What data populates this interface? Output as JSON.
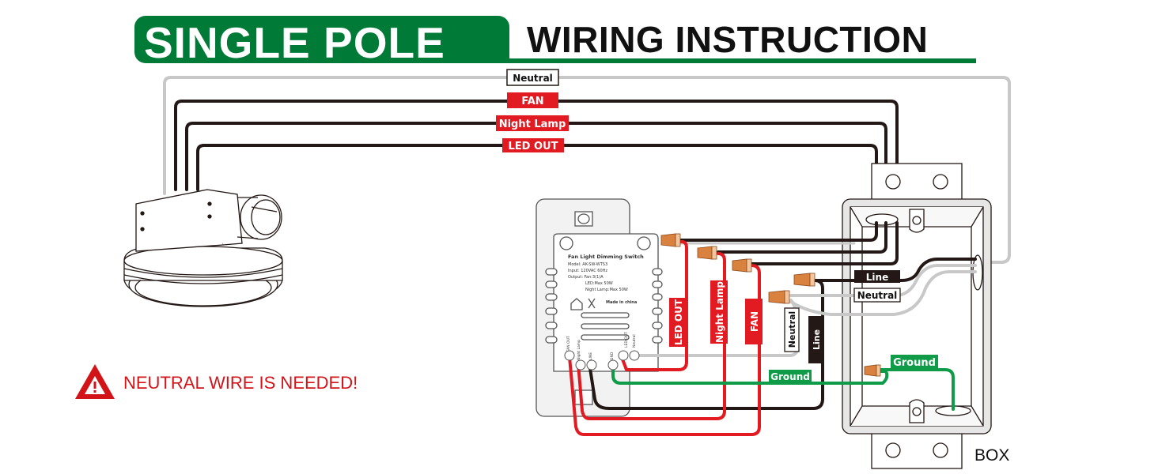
{
  "title": {
    "highlight": "SINGLE POLE",
    "rest": "WIRING INSTRUCTION"
  },
  "colors": {
    "brand_green": "#007a37",
    "wire_red": "#e21a22",
    "wire_black": "#231815",
    "wire_gray": "#c8c8c8",
    "wire_green": "#0f9b48",
    "wire_nut": "#d9813f",
    "warning_red": "#d21419"
  },
  "top_wire_labels": {
    "neutral": "Neutral",
    "fan": "FAN",
    "night_lamp": "Night Lamp",
    "led_out": "LED OUT"
  },
  "switch": {
    "name": "Fan Light Dimming Switch",
    "model": "Model: AK-SW-WTS3",
    "input": "Input: 120VAC 60Hz",
    "output_fan": "Output: Fan:3(1)A",
    "output_led": "LED:Max 50W",
    "output_night": "Night Lamp:Max 50W",
    "made_in": "Made in china",
    "terminals": [
      "FAN OUT",
      "Night Lamp",
      "LINE",
      "GND",
      "LED OUT",
      "Neutral"
    ]
  },
  "vertical_labels": {
    "led_out": "LED OUT",
    "night_lamp": "Night Lamp",
    "fan": "FAN",
    "neutral": "Neutral",
    "line": "Line"
  },
  "box_labels": {
    "line": "Line",
    "neutral": "Neutral",
    "ground_left": "Ground",
    "ground_right": "Ground",
    "box": "BOX"
  },
  "warning": {
    "icon": "warning-triangle-icon",
    "text": "NEUTRAL WIRE IS NEEDED!"
  }
}
